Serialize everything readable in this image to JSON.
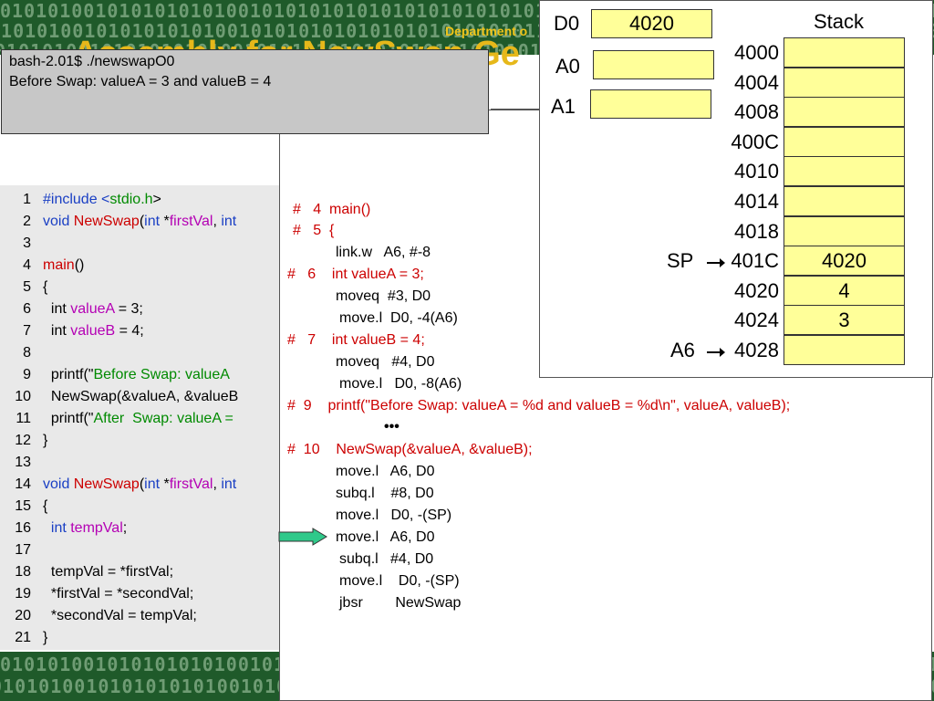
{
  "header": {
    "department": "Department o",
    "title": "Assembly for NewSwap Ge",
    "binary_pattern": "01010100101010101010010101010101010101010101011101101010101010101010101010101010101010"
  },
  "terminal": {
    "lines": [
      "bash-2.01$ ./newswapO0",
      "Before Swap: valueA = 3 and valueB = 4"
    ]
  },
  "code": {
    "lines": [
      {
        "n": "1",
        "parts": [
          {
            "t": "#include <",
            "c": "kw"
          },
          {
            "t": "stdio.h",
            "c": "str"
          },
          {
            "t": ">",
            "c": ""
          }
        ]
      },
      {
        "n": "2",
        "parts": [
          {
            "t": "void ",
            "c": "kw"
          },
          {
            "t": "NewSwap",
            "c": "fn"
          },
          {
            "t": "(",
            "c": ""
          },
          {
            "t": "int ",
            "c": "kw"
          },
          {
            "t": "*",
            "c": ""
          },
          {
            "t": "firstVal",
            "c": "var"
          },
          {
            "t": ", ",
            "c": ""
          },
          {
            "t": "int",
            "c": "kw"
          }
        ]
      },
      {
        "n": "3",
        "parts": []
      },
      {
        "n": "4",
        "parts": [
          {
            "t": "main",
            "c": "fn"
          },
          {
            "t": "()",
            "c": ""
          }
        ]
      },
      {
        "n": "5",
        "parts": [
          {
            "t": "{",
            "c": ""
          }
        ]
      },
      {
        "n": "6",
        "parts": [
          {
            "t": "  int ",
            "c": ""
          },
          {
            "t": "valueA",
            "c": "var"
          },
          {
            "t": " = 3;",
            "c": ""
          }
        ]
      },
      {
        "n": "7",
        "parts": [
          {
            "t": "  int ",
            "c": ""
          },
          {
            "t": "valueB",
            "c": "var"
          },
          {
            "t": " = 4;",
            "c": ""
          }
        ]
      },
      {
        "n": "8",
        "parts": []
      },
      {
        "n": "9",
        "parts": [
          {
            "t": "  printf(\"",
            "c": ""
          },
          {
            "t": "Before Swap: valueA",
            "c": "str"
          }
        ]
      },
      {
        "n": "10",
        "parts": [
          {
            "t": "  NewSwap(&valueA, &valueB",
            "c": ""
          }
        ]
      },
      {
        "n": "11",
        "parts": [
          {
            "t": "  printf(\"",
            "c": ""
          },
          {
            "t": "After  Swap: valueA =",
            "c": "str"
          }
        ]
      },
      {
        "n": "12",
        "parts": [
          {
            "t": "}",
            "c": ""
          }
        ]
      },
      {
        "n": "13",
        "parts": []
      },
      {
        "n": "14",
        "parts": [
          {
            "t": "void ",
            "c": "kw"
          },
          {
            "t": "NewSwap",
            "c": "fn"
          },
          {
            "t": "(",
            "c": ""
          },
          {
            "t": "int ",
            "c": "kw"
          },
          {
            "t": "*",
            "c": ""
          },
          {
            "t": "firstVal",
            "c": "var"
          },
          {
            "t": ", ",
            "c": ""
          },
          {
            "t": "int",
            "c": "kw"
          }
        ]
      },
      {
        "n": "15",
        "parts": [
          {
            "t": "{",
            "c": ""
          }
        ]
      },
      {
        "n": "16",
        "parts": [
          {
            "t": "  int ",
            "c": "kw"
          },
          {
            "t": "tempVal",
            "c": "var"
          },
          {
            "t": ";",
            "c": ""
          }
        ]
      },
      {
        "n": "17",
        "parts": []
      },
      {
        "n": "18",
        "parts": [
          {
            "t": "  tempVal = *firstVal;",
            "c": ""
          }
        ]
      },
      {
        "n": "19",
        "parts": [
          {
            "t": "  *firstVal = *secondVal;",
            "c": ""
          }
        ]
      },
      {
        "n": "20",
        "parts": [
          {
            "t": "  *secondVal = tempVal;",
            "c": ""
          }
        ]
      },
      {
        "n": "21",
        "parts": [
          {
            "t": "}",
            "c": ""
          }
        ]
      }
    ]
  },
  "assembly": {
    "c_4": "#   4  main()",
    "c_5": "#   5  {",
    "a_link": "link.w   A6, #-8",
    "c_6": "#   6    int valueA = 3;",
    "a_moveq3": "moveq  #3, D0",
    "a_move4": "move.l  D0, -4(A6)",
    "c_7": "#   7    int valueB = 4;",
    "a_moveq4": "moveq   #4, D0",
    "a_move8": "move.l   D0, -8(A6)",
    "c_9": "#  9    printf(\"Before Swap: valueA = %d and valueB = %d\\n\", valueA, valueB);",
    "ellipsis": "•••",
    "c_10": "#  10    NewSwap(&valueA, &valueB);",
    "a1": "move.l   A6, D0",
    "a2": "subq.l    #8, D0",
    "a3": "move.l   D0, -(SP)",
    "a4": "move.l   A6, D0",
    "a5": "subq.l   #4, D0",
    "a6": "move.l    D0, -(SP)",
    "a7": "jbsr        NewSwap"
  },
  "registers": {
    "d0_label": "D0",
    "d0_value": "4020",
    "a0_label": "A0",
    "a0_value": "",
    "a1_label": "A1",
    "a1_value": ""
  },
  "stack": {
    "title": "Stack",
    "rows": [
      {
        "addr": "4000",
        "value": ""
      },
      {
        "addr": "4004",
        "value": ""
      },
      {
        "addr": "4008",
        "value": ""
      },
      {
        "addr": "400C",
        "value": ""
      },
      {
        "addr": "4010",
        "value": ""
      },
      {
        "addr": "4014",
        "value": ""
      },
      {
        "addr": "4018",
        "value": ""
      },
      {
        "addr": "401C",
        "value": "4020"
      },
      {
        "addr": "4020",
        "value": "4"
      },
      {
        "addr": "4024",
        "value": "3"
      },
      {
        "addr": "4028",
        "value": ""
      }
    ],
    "sp_label": "SP",
    "a6_label": "A6"
  },
  "colors": {
    "banner": "#1f5a2a",
    "cell_fill": "#ffff99",
    "arrow_fill": "#2fc98a",
    "c_comment": "#cc0000"
  }
}
